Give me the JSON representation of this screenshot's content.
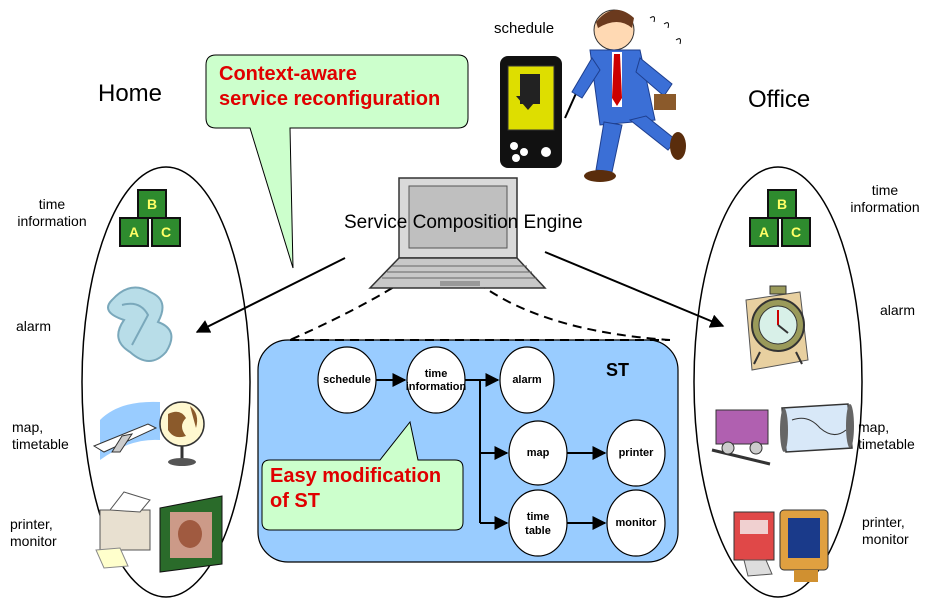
{
  "locations": {
    "home": "Home",
    "office": "Office"
  },
  "engine_label": "Service Composition Engine",
  "schedule_label": "schedule",
  "callout_top": {
    "line1": "Context-aware",
    "line2": "service reconfiguration"
  },
  "callout_bottom": {
    "line1": "Easy modification",
    "line2": "of ST"
  },
  "st_label": "ST",
  "home_services": {
    "time": {
      "line1": "time",
      "line2": "information"
    },
    "alarm": "alarm",
    "map": {
      "line1": "map,",
      "line2": "timetable"
    },
    "printer": {
      "line1": "printer,",
      "line2": "monitor"
    }
  },
  "office_services": {
    "time": {
      "line1": "time",
      "line2": "information"
    },
    "alarm": "alarm",
    "map": {
      "line1": "map,",
      "line2": "timetable"
    },
    "printer": {
      "line1": "printer,",
      "line2": "monitor"
    }
  },
  "st_nodes": {
    "schedule": "schedule",
    "time_info": {
      "line1": "time",
      "line2": "information"
    },
    "alarm": "alarm",
    "map": "map",
    "printer": "printer",
    "timetable": {
      "line1": "time",
      "line2": "table"
    },
    "monitor": "monitor"
  },
  "colors": {
    "st_fill": "#99ccff",
    "callout_fill": "#ccffcc",
    "callout_text": "#e00000"
  }
}
